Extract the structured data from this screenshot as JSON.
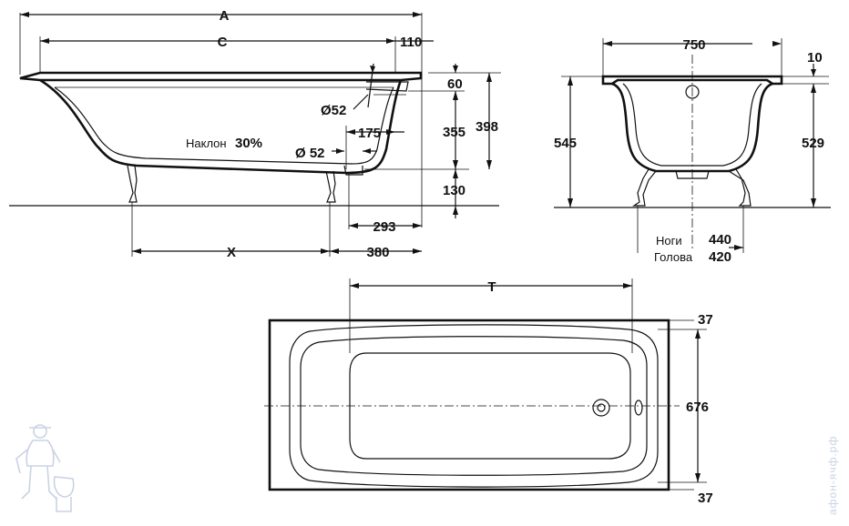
{
  "side_view": {
    "dim_a": "A",
    "dim_c": "C",
    "dim_110": "110",
    "dim_60": "60",
    "dim_355": "355",
    "dim_398": "398",
    "dim_130": "130",
    "dim_175": "175",
    "overflow_dia": "Ø52",
    "drain_dia": "Ø 52",
    "slope_label": "Наклон",
    "slope_value": "30%",
    "dim_293": "293",
    "dim_x": "X",
    "dim_380": "380"
  },
  "end_view": {
    "dim_750": "750",
    "dim_10": "10",
    "dim_545": "545",
    "dim_529": "529",
    "legs_label": "Ноги",
    "legs_value": "440",
    "head_label": "Голова",
    "head_value": "420"
  },
  "top_view": {
    "dim_t": "T",
    "dim_37_top": "37",
    "dim_676": "676",
    "dim_37_bottom": "37"
  },
  "watermark": {
    "text": "aфон-ячф.рф",
    "icon": "plumber-mascot-icon",
    "color": "#c9d3e4"
  }
}
